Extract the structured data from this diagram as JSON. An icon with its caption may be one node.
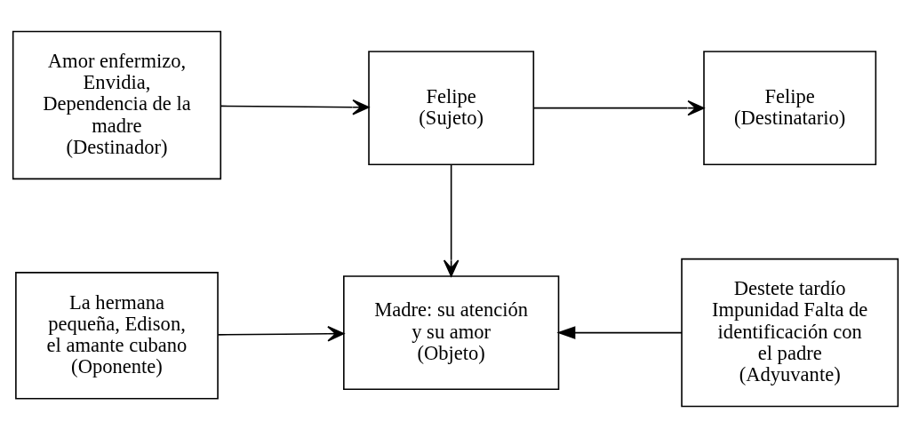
{
  "diagram": {
    "nodes": [
      {
        "text": [
          "Amor enfermizo, Envidia, Dependencia de la madre",
          "(Destinador)"
        ]
      },
      {
        "text": [
          "Felipe",
          "(Sujeto)"
        ]
      },
      {
        "text": [
          "Felipe",
          "(Destinatario)"
        ]
      },
      {
        "text": [
          "La hermana pequeña, Edison, el amante cubano",
          "(Oponente)"
        ]
      },
      {
        "text": [
          "Madre: su atención y su amor",
          "(Objeto)"
        ]
      },
      {
        "text": [
          "Destete tardío Impunidad Falta de identificación con el padre",
          "(Adyuvante)"
        ]
      }
    ],
    "edges": [
      {
        "from": 0,
        "to": 1,
        "arrow": "to"
      },
      {
        "from": 1,
        "to": 2,
        "arrow": "to"
      },
      {
        "from": 1,
        "to": 4,
        "arrow": "to"
      },
      {
        "from": 3,
        "to": 4,
        "arrow": "to"
      },
      {
        "from": 5,
        "to": 4,
        "arrow": "to"
      }
    ]
  }
}
